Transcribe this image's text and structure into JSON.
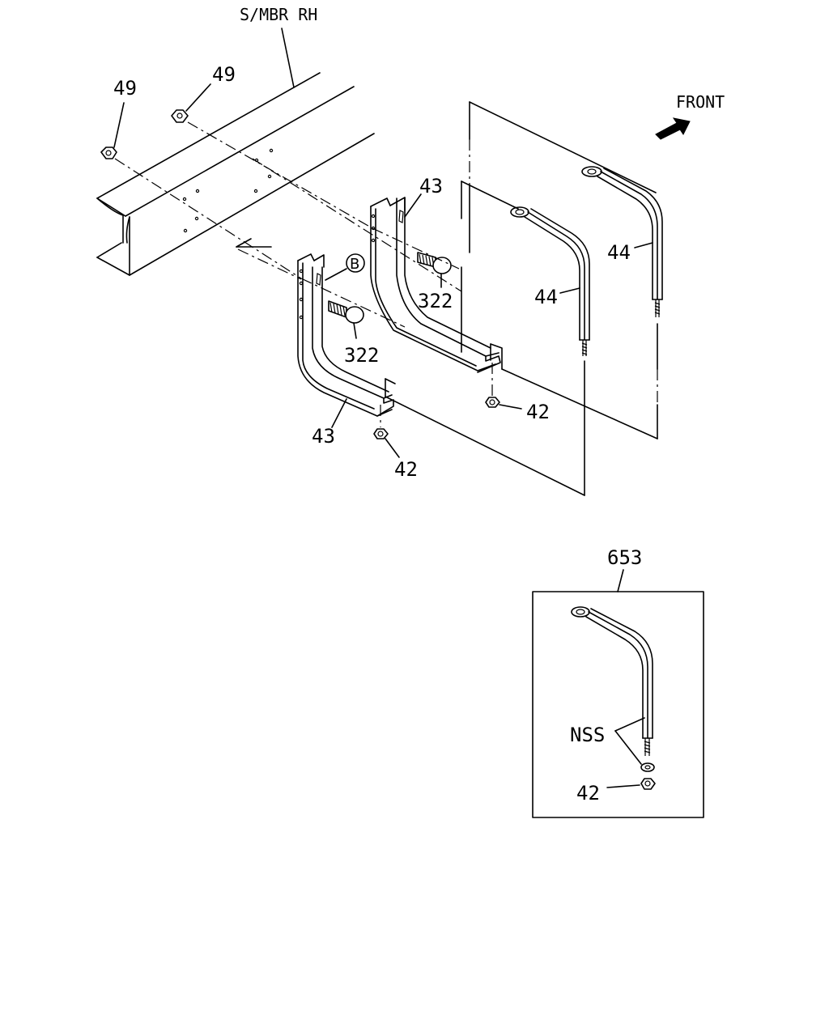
{
  "labels": {
    "frame_member": "S/MBR RH",
    "front": "FRONT",
    "nut_49_a": "49",
    "nut_49_b": "49",
    "bracket_43_upper": "43",
    "bracket_43_lower": "43",
    "bolt_322_upper": "322",
    "bolt_322_lower": "322",
    "strap_44_left": "44",
    "strap_44_right": "44",
    "nut_42_right": "42",
    "nut_42_lower": "42",
    "callout_b": "B",
    "kit_number": "653",
    "nss": "NSS",
    "kit_nut_42": "42"
  }
}
